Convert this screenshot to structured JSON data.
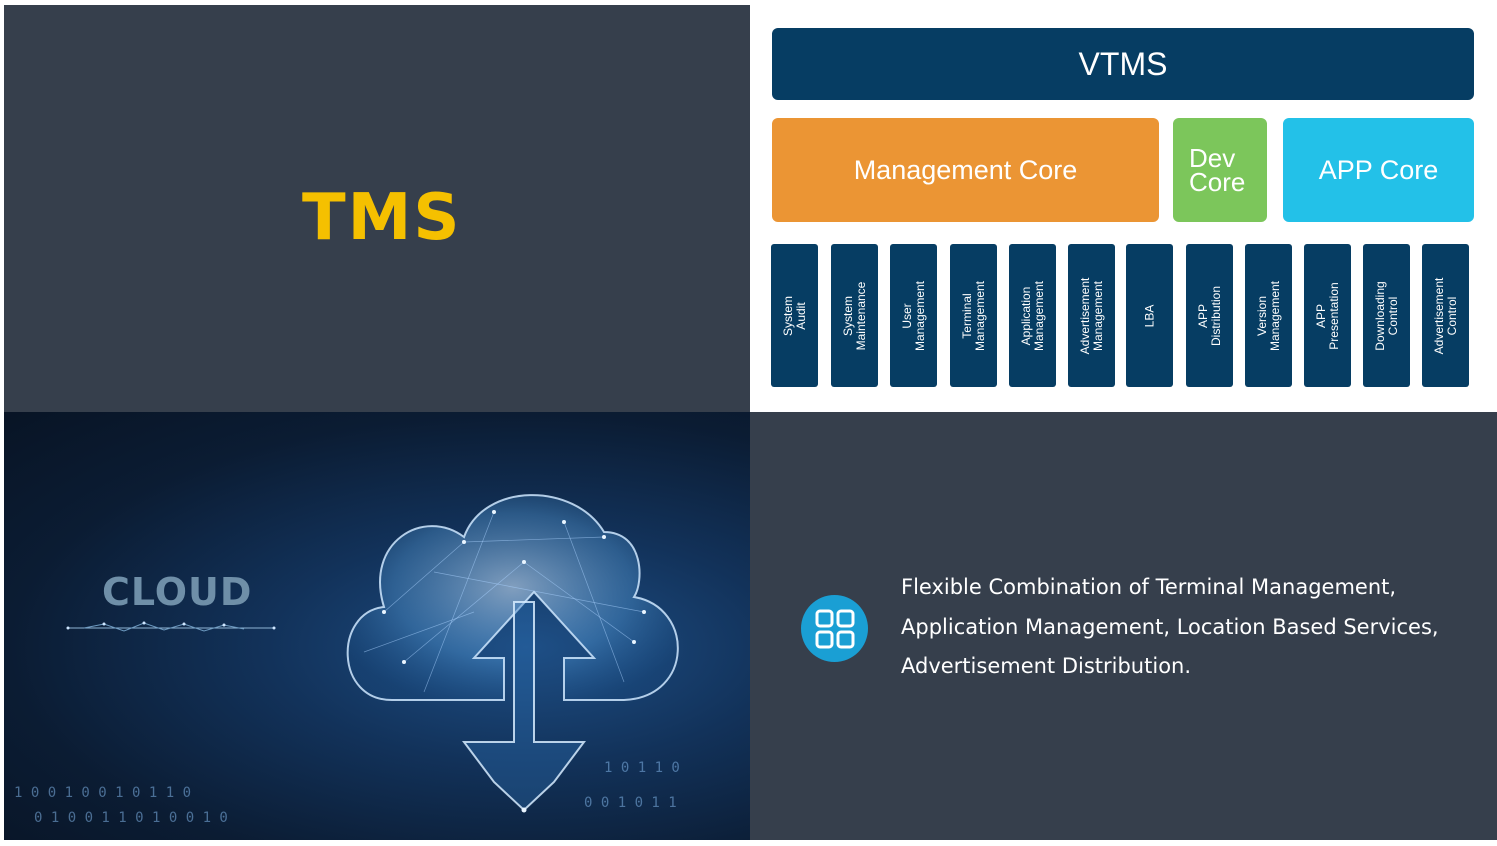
{
  "title_panel": {
    "title": "TMS"
  },
  "diagram": {
    "top": "VTMS",
    "cores": [
      {
        "label": "Management Core",
        "color": "#eb9534"
      },
      {
        "label": "Dev\nCore",
        "color": "#7cc65b"
      },
      {
        "label": "APP Core",
        "color": "#23c1e8"
      }
    ],
    "modules": [
      "System\nAudit",
      "System\nMaintenance",
      "User\nManagement",
      "Terminal\nManagement",
      "Application\nManagement",
      "Advertisement\nManagement",
      "LBA",
      "APP\nDistribution",
      "Version\nManagement",
      "APP\nPresentation",
      "Downloading\nControl",
      "Advertisement\nControl"
    ],
    "module_color": "#063d63"
  },
  "cloud_panel": {
    "label": "CLOUD"
  },
  "description": {
    "icon": "grid-apps-icon",
    "text": "Flexible Combination of Terminal Management, Application Management, Location Based Services, Advertisement Distribution."
  },
  "colors": {
    "panel_dark": "#363f4c",
    "title_yellow": "#f5c000",
    "icon_blue": "#1a9fd4"
  }
}
